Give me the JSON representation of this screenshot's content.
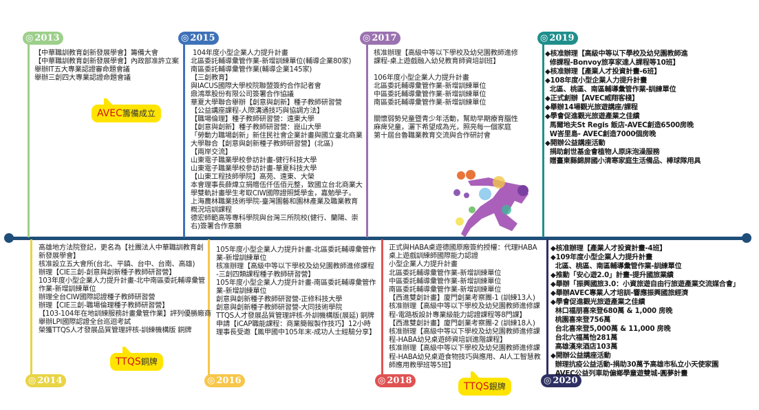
{
  "colors": {
    "axis": "#1f4e79",
    "2013": "#9ccf8b",
    "2014": "#e8d444",
    "2015": "#3e72b8",
    "2016": "#f7c64a",
    "2017": "#9b72b0",
    "2018": "#e05252",
    "2019": "#1f8f8c",
    "2020": "#2e2f62",
    "bubble": "#ffe400"
  },
  "years": {
    "y2013": {
      "label": "2013",
      "icon": "target-circle-icon",
      "lines": [
        "【中華職訓教育創新發展學會】籌備大會",
        "【中華職訓教育創新發展學會】內政部准許立案",
        "舉辦IT五大專業認證審命題會議",
        "舉辦三創四大專業認證命題會議"
      ]
    },
    "y2014": {
      "label": "2014",
      "icon": "target-circle-icon",
      "lines": [
        "高雄地方法院登記，更名為【社團法人中華職訓教育創",
        "新發展學會】",
        "核准設立五大會所(台北、平鎮、台中、台南、高雄)",
        "辦理【CIE三創-創意與創新種子教師研習營】",
        "103年度小型企業人力提升計畫-北中南區委託輔導彙管",
        "作業-新增訓練單位",
        "辦理全台CIW國際認證種子教師研習營",
        "辦理【CIE三創-職場倫理種子教師研習營】",
        "【103-104年在地訓練服務計畫彙管作業】評列優勝廠商",
        "舉辦LPI國際認證全台巡迴考試",
        "榮獲TTQS人才發展品質管理評核-訓練機構版 銅牌"
      ]
    },
    "y2015": {
      "label": "2015",
      "icon": "target-circle-icon",
      "lines": [
        " 104年度小型企業人力提升計畫",
        "北區委託輔導彙管作業-新增訓練單位(輔導企業80家)",
        "南區委託輔導彙管作業(輔導企業145家)",
        "【三創教育】",
        "與IACUS國際大學校院聯盟簽約合作記者會",
        "鼎鴻萃股份有限公司簽署合作協議",
        "華夏大學聯合舉辦【創意與創新】種子教師研習營",
        "【公益講座課程-人際溝通技巧與協調方法】",
        "【職場倫理】種子教師研習營：遠東大學",
        "【創意與創新】種子教師研習營：崑山大學",
        "「勞動力職場創新」新住民社會企業計畫與國立臺北商業",
        "大學聯合【創意與創新種子教師研習營】(北區)",
        "【兩岸交流】",
        "山東電子職業學校參訪計畫-健行科技大學",
        "山東電子職業學校參訪計畫-華夏科技大學",
        "【山東工程技師學院】高苑、遠東、大榮",
        "本會理事長薛煒立捐贈伍仟伍佰元整，致國立台北商業大",
        "學雙軌計畫學生考取CIW國際證照獎學金，嘉勉學子。",
        "上海農林職業技術學院-臺灣園藝和園林產業及職業教育",
        "概況培訓課程",
        "德宏師範高等專科學院與台灣三所院校(健行、蘭陽、崇",
        "右)簽署合作意願"
      ]
    },
    "y2016": {
      "label": "2016",
      "icon": "target-circle-icon",
      "lines": [
        "105年度小型企業人力提升計畫-北區委託輔導彙管作",
        "業-新增訓練單位",
        "核准辦理【高級中等以下學校及幼兒園教師進修課程",
        "-三創四類課程種子教師研習營】",
        "105年度小型企業人力提升計畫-南區委託輔導彙管作",
        "業-新增訓練單位",
        "創意與創新種子教師研習營-正修科技大學",
        "創意與創新種子教師研習營-大同技術學院",
        "TTQS人才發展品質管理評核-外訓機構版(展延) 銅牌",
        "申請【iCAP職能課程：商業簡報製作技巧】12小時",
        "理事長受邀【鳳甲國中105年末-成功人士經驗分享】"
      ]
    },
    "y2017": {
      "label": "2017",
      "icon": "target-circle-icon",
      "lines": [
        "核准辦理【高級中等以下學校及幼兒園教師進修",
        "課程-桌上遊戲融入幼兒教育師資培訓班】",
        "",
        "106年度小型企業人力提升計畫",
        "北區委託輔導彙管作業-新增訓練單位",
        "中區委託輔導彙管作業-新增訓練單位",
        "南區委託輔導彙管作業-新增訓練單位",
        "",
        "關懷弱勢兒童暨青少年活動，幫助早期療育腦性",
        "麻痺兒童，灑下希望成為光，照亮每一個家庭",
        "第十屆台魯職業教育交流與合作研討會"
      ]
    },
    "y2018": {
      "label": "2018",
      "icon": "target-circle-icon",
      "lines": [
        "正式與HABA桌遊德國原廠簽約授權：代理HABA",
        "桌上遊戲訓練師國際能力認證",
        "小型企業人力提升計畫",
        "北區委託輔導彙管作業-新增訓練單位",
        "中區委託輔導彙管作業-新增訓練單位",
        "南區委託輔導彙管作業-新增訓練單位",
        "【西進雙創計畫】廈門創業考察團-1 (訓練13人)",
        "核准辦理【高級中等以下學校及幼兒園教師進修課",
        "程-電路板設計專業級能力認證課程等8門課】",
        "【西進雙創計畫】廈門創業考察團-2 (訓練18人)",
        "核准辦理【高級中等以下學校及幼兒園教師進修課",
        "程-HABA幼兒桌遊師資培訓進階課程】",
        "核准辦理【高級中等以下學校及幼兒園教師進修課",
        "程-HABA幼兒桌遊食物技巧與應用、AI人工智慧教",
        "師應用教學班等5班】"
      ]
    },
    "y2019": {
      "label": "2019",
      "icon": "target-circle-icon",
      "lines": [
        "◆核准辦理【高級中等以下學校及幼兒園教師進",
        "  修課程-Bonvoy旅享家達人課程等10班】",
        "◆核准辦理【產業人才投資計畫-6班】",
        "◆108年度小型企業人力提升計畫",
        "  北區、桃區、南區輔導彙管作業-訓練單位",
        "◆正式創辦【AVEC威翔客棧】",
        "◆舉辦14場觀光旅遊講座/課程",
        "◆學會促進觀光旅遊產業之佳績",
        "  馬爾地夫St Regis 飯店-AVEC創造6500房晚",
        "  W峇里島- AVEC創造7000個房晚",
        "◆開辦公益講座活動",
        "  捐助創世基金會植物人原床泡澡服務",
        "  贈臺東縣錦屏國小清寒家庭生活備品、棒球隊用具"
      ]
    },
    "y2020": {
      "label": "2020",
      "icon": "target-circle-icon",
      "lines": [
        "◆核准辦理【產業人才投資計畫-4班】",
        "◆109年度小型企業人力提升計畫",
        "  北區、桃區、南區輔導彙管作業-訓練單位",
        "◆推動「安心遊2.0」計畫-提升國旅業績",
        "◆舉辦「振興國旅3.0：小資旅遊自由行旅遊產業交流媒合會」",
        "◆舉辦AVEC專業人才培訓-響應振興國旅經濟",
        "◆學會促進觀光旅遊產業之佳績",
        "  林口福朋喜來登680萬 & 1,000 房晚",
        "  桃園喜來登756萬",
        "  台北喜來登5,000萬 & 11,000 房晚",
        "  台北六福萬怡281萬",
        "  高雄漢來酒店103萬",
        "◆開辦公益講座活動",
        "  辦理抗疫公益活動-捐助30萬予高雄市私立小天使家園",
        "  AVEC公益列車助偏鄉學童遊雙城-圓夢計畫"
      ]
    }
  },
  "bubbles": {
    "avec": {
      "highlight": "AVEC",
      "text": "籌備成立"
    },
    "ttqs_bronze": {
      "highlight": "TTQS",
      "text": "銅牌"
    },
    "ttqs_silver": {
      "highlight": "TTQS",
      "text": "銀牌"
    }
  }
}
